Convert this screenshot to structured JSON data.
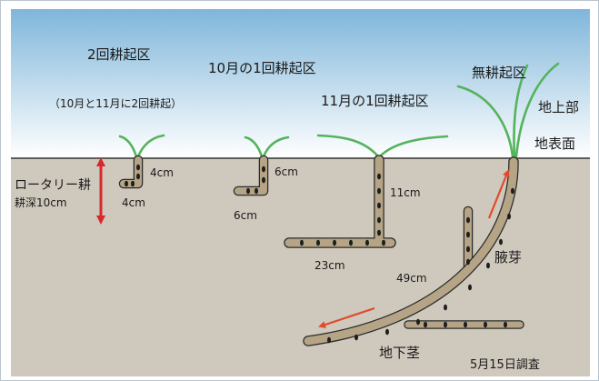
{
  "labels": {
    "two_till_plot": "2回耕起区",
    "two_till_note": "（10月と11月に2回耕起）",
    "oct_one_till_plot": "10月の1回耕起区",
    "nov_one_till_plot": "11月の1回耕起区",
    "no_till_plot": "無耕起区",
    "above_ground": "地上部",
    "ground_surface": "地表面",
    "rotary_tillage": "ロータリー耕",
    "tillage_depth": "耕深10cm",
    "len_4cm_a": "4cm",
    "len_4cm_b": "4cm",
    "len_6cm_a": "6cm",
    "len_6cm_b": "6cm",
    "len_11cm": "11cm",
    "len_23cm": "23cm",
    "len_49cm": "49cm",
    "axillary_bud": "腋芽",
    "rhizome": "地下茎",
    "survey_date": "5月15日調査"
  },
  "colors": {
    "sky_top": "#7fb6da",
    "sky_bottom": "#ffffff",
    "soil": "#cfc8bd",
    "rhizome_fill": "#b5a485",
    "rhizome_outline": "#2b2b2b",
    "shoot": "#55b35c",
    "arrow_red": "#e04a2a",
    "depth_arrow": "#d8282c"
  }
}
